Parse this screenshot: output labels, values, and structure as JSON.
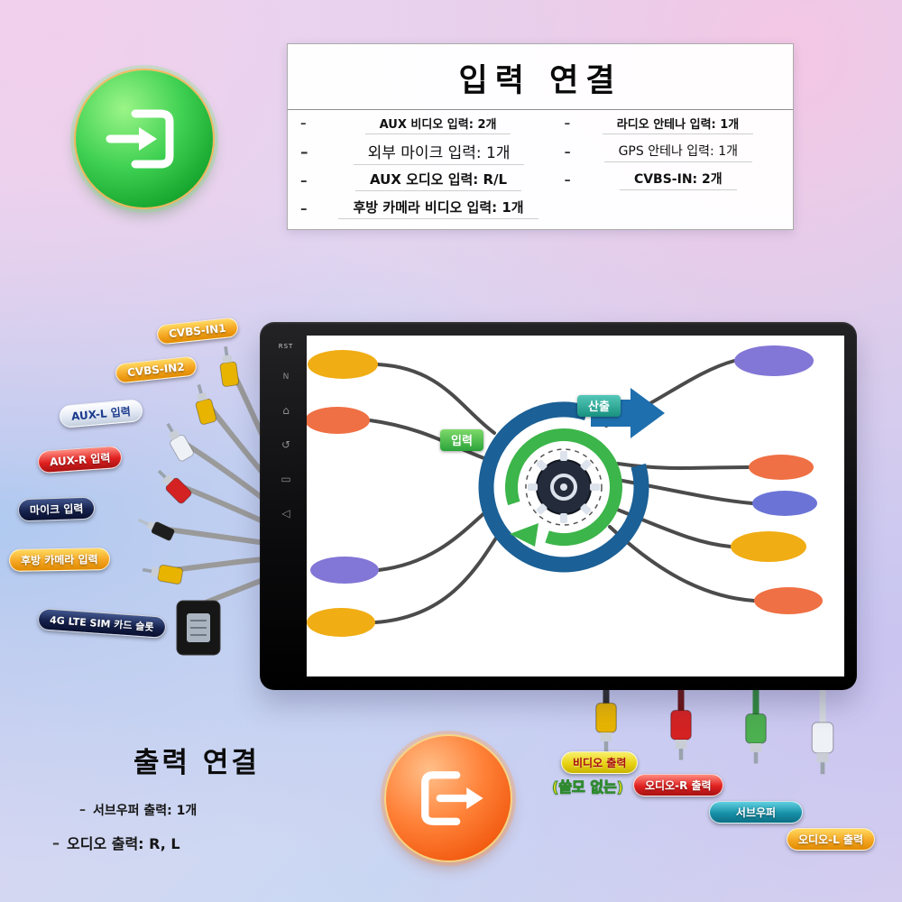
{
  "input_section": {
    "title": "입력 연결",
    "rows": [
      {
        "left": "AUX 비디오 입력: 2개",
        "right": "라디오 안테나 입력: 1개"
      },
      {
        "left": "외부 마이크 입력: 1개",
        "right": "GPS 안테나 입력: 1개"
      },
      {
        "left": "AUX 오디오 입력: R/L",
        "right": "CVBS-IN: 2개"
      },
      {
        "left": "후방 카메라 비디오 입력: 1개"
      }
    ]
  },
  "output_section": {
    "title": "출력 연결",
    "items": [
      "서브우퍼 출력: 1개",
      "오디오 출력: R, L"
    ]
  },
  "left_cables": {
    "items": [
      {
        "label": "CVBS-IN1"
      },
      {
        "label": "CVBS-IN2"
      },
      {
        "label": "AUX-L 입력"
      },
      {
        "label": "AUX-R 입력"
      },
      {
        "label": "마이크 입력"
      },
      {
        "label": "후방 카메라 입력"
      },
      {
        "label": "4G LTE SIM 카드 슬롯"
      }
    ]
  },
  "bottom_cables": {
    "video_out": "비디오 출력",
    "video_out_note": "(쓸모 없는)",
    "audio_r": "오디오-R 출력",
    "subwoofer": "서브우퍼",
    "audio_l": "오디오-L 출력"
  },
  "diagram": {
    "input_badge": "입력",
    "output_badge": "산출"
  },
  "device": {
    "side_icons": [
      "RST",
      "N",
      "⌂",
      "↺",
      "▭",
      "◁"
    ]
  },
  "colors": {
    "input_icon_green": "#2db83d",
    "output_icon_orange": "#f25c12",
    "pill_yellow": "#f5a623",
    "pill_red": "#d42020",
    "pill_navy": "#16224d",
    "pill_teal": "#1790a8",
    "diagram_blue": "#1b6096",
    "diagram_green": "#3cb54a",
    "node_yellow": "#f0ad14",
    "node_orange": "#ef7044",
    "node_purple": "#8276d6"
  }
}
